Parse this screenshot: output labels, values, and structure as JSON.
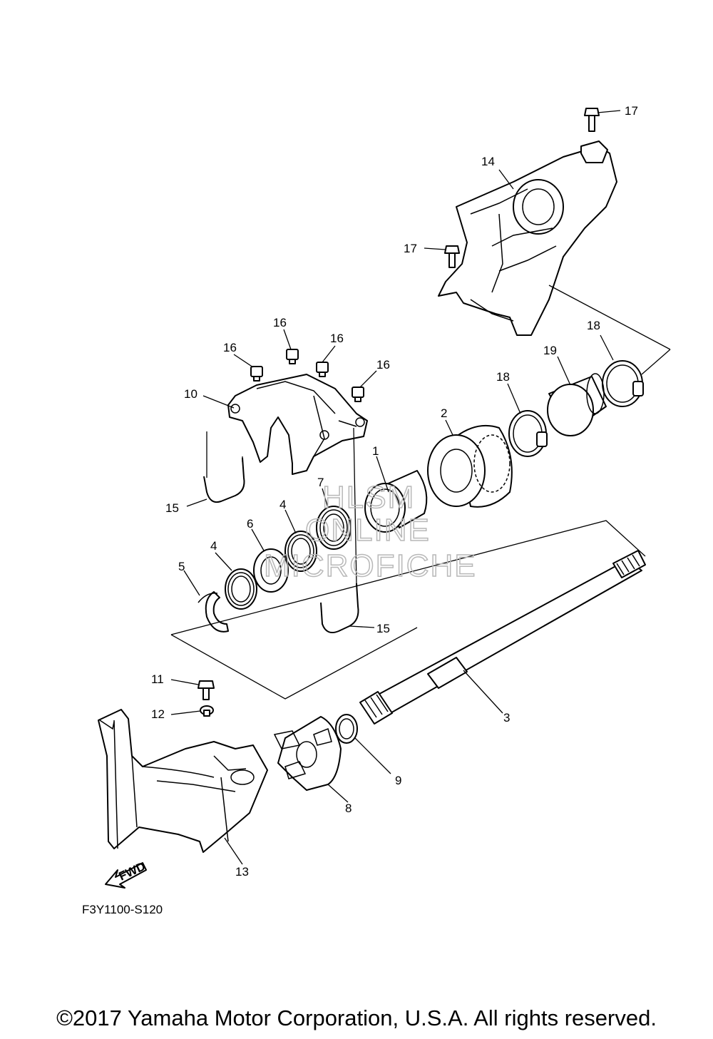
{
  "callouts": [
    "17",
    "14",
    "17",
    "16",
    "16",
    "16",
    "16",
    "10",
    "18",
    "19",
    "18",
    "2",
    "1",
    "7",
    "15",
    "4",
    "6",
    "4",
    "5",
    "15",
    "3",
    "11",
    "12",
    "9",
    "8",
    "13"
  ],
  "watermark": [
    "HLSM",
    "ONLINE",
    "MICROFICHE"
  ],
  "fwd_label": "FWD",
  "figure_code": "F3Y1100-S120",
  "copyright": "©2017 Yamaha Motor Corporation, U.S.A. All rights reserved."
}
